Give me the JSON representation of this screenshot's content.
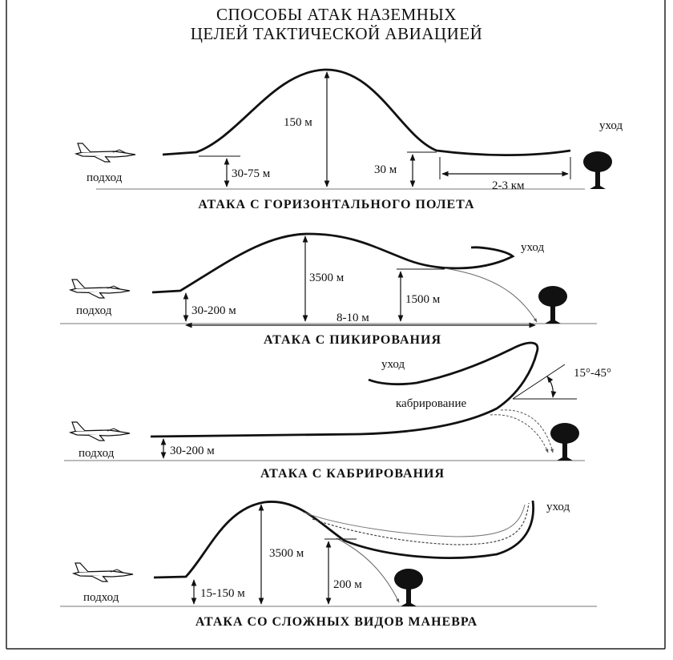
{
  "title": {
    "line1": "СПОСОБЫ АТАК НАЗЕМНЫХ",
    "line2": "ЦЕЛЕЙ ТАКТИЧЕСКОЙ АВИАЦИЕЙ"
  },
  "panels": [
    {
      "caption": "АТАКА С ГОРИЗОНТАЛЬНОГО ПОЛЕТА",
      "approach": "подход",
      "exit": "уход",
      "labels": [
        "150 м",
        "30-75 м",
        "30 м",
        "2-3 км"
      ]
    },
    {
      "caption": "АТАКА С ПИКИРОВАНИЯ",
      "approach": "подход",
      "exit": "уход",
      "labels": [
        "3500 м",
        "30-200 м",
        "1500 м",
        "8-10 м"
      ]
    },
    {
      "caption": "АТАКА С КАБРИРОВАНИЯ",
      "approach": "подход",
      "exit": "уход",
      "labels": [
        "30-200 м",
        "кабрирование",
        "15°-45°"
      ]
    },
    {
      "caption": "АТАКА СО СЛОЖНЫХ ВИДОВ МАНЕВРА",
      "approach": "подход",
      "exit": "уход",
      "labels": [
        "3500 м",
        "15-150 м",
        "200 м"
      ]
    }
  ]
}
